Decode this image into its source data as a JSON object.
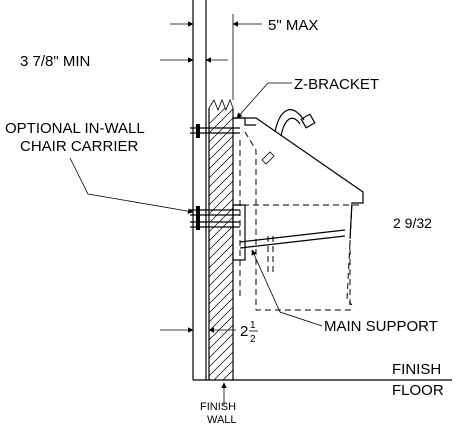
{
  "labels": {
    "dim_5_max": "5\" MAX",
    "dim_3_7_8_min": "3 7/8\" MIN",
    "z_bracket": "Z-BRACKET",
    "optional_line1": "OPTIONAL IN-WALL",
    "optional_line2": "CHAIR CARRIER",
    "dim_2_9_32": "2 9/32",
    "main_support": "MAIN SUPPORT",
    "frac_whole": "2",
    "frac_num": "1",
    "frac_den": "2",
    "finish": "FINISH",
    "floor": "FLOOR",
    "finish_wall_line1": "FINISH",
    "finish_wall_line2": "WALL"
  }
}
